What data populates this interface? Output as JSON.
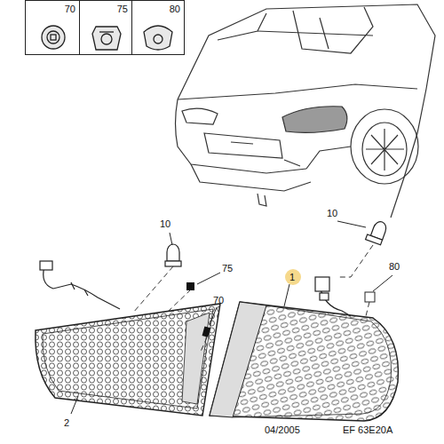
{
  "diagram": {
    "nodes": [
      {
        "text": [
          "70"
        ]
      },
      {
        "text": [
          "75"
        ]
      },
      {
        "text": [
          "80"
        ]
      }
    ],
    "labels": [
      "10",
      "10",
      "75",
      "1",
      "80",
      "70",
      "2",
      "04/2005",
      "EF 63E20A"
    ]
  }
}
